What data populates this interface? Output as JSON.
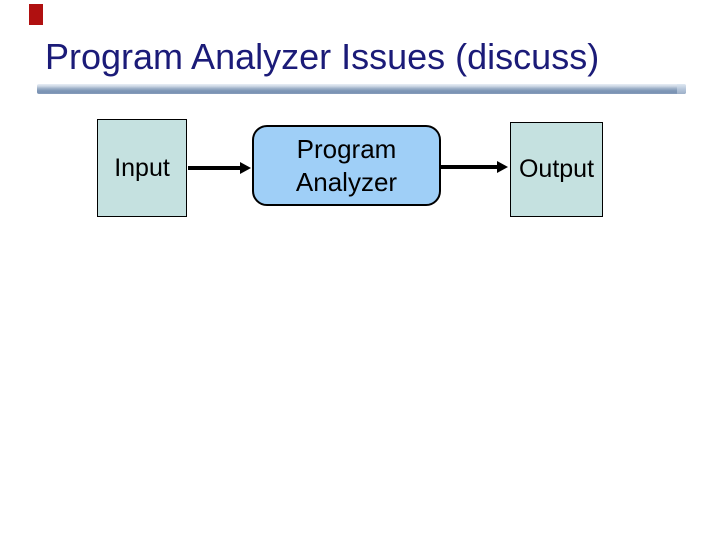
{
  "slide": {
    "title": "Program Analyzer Issues (discuss)",
    "diagram": {
      "nodes": [
        {
          "id": "input",
          "label": "Input",
          "shape": "rectangle",
          "fill": "#c5e1e0"
        },
        {
          "id": "analyzer",
          "label": "Program Analyzer",
          "lines": [
            "Program",
            "Analyzer"
          ],
          "shape": "rounded-rectangle",
          "fill": "#9fcff7"
        },
        {
          "id": "output",
          "label": "Output",
          "shape": "rectangle",
          "fill": "#c5e1e0"
        }
      ],
      "connections": [
        {
          "from": "input",
          "to": "analyzer",
          "style": "solid-black-arrow"
        },
        {
          "from": "analyzer",
          "to": "output",
          "style": "solid-black-arrow"
        }
      ]
    },
    "colors": {
      "background": "#ffffff",
      "title_text": "#1b1b78",
      "underline_bar_top": "#e8eef6",
      "underline_bar_bottom": "#7b93b4",
      "io_node_fill": "#c5e1e0",
      "process_node_fill": "#9fcff7",
      "node_border": "#000000",
      "arrow": "#000000",
      "red_mark": "#b01010"
    }
  }
}
